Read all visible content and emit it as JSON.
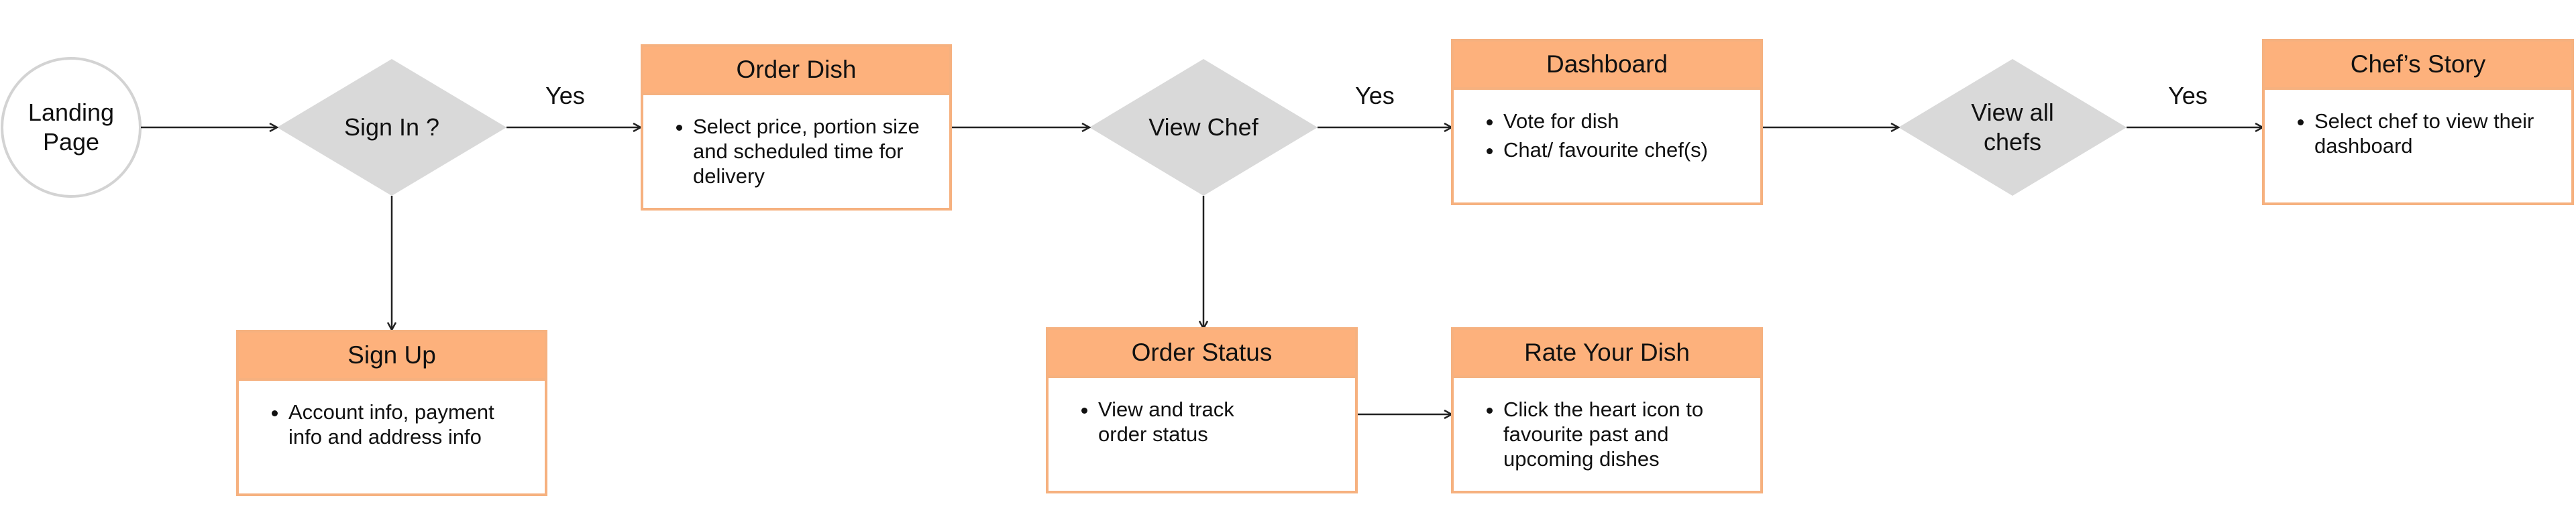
{
  "nodes": {
    "landing": "Landing\nPage",
    "signin": "Sign In ?",
    "viewchef": "View Chef",
    "viewall": "View all\nchefs"
  },
  "cards": {
    "order_dish": {
      "title": "Order Dish",
      "items": [
        "Select price, portion size and scheduled time for delivery"
      ]
    },
    "dashboard": {
      "title": "Dashboard",
      "items": [
        "Vote for dish",
        "Chat/ favourite chef(s)"
      ]
    },
    "chefs_story": {
      "title": "Chef’s Story",
      "items": [
        "Select chef to view their dashboard"
      ]
    },
    "sign_up": {
      "title": "Sign Up",
      "items": [
        "Account info, payment info and address info"
      ]
    },
    "order_status": {
      "title": "Order Status",
      "items": [
        "View and track\norder status"
      ]
    },
    "rate_dish": {
      "title": "Rate Your Dish",
      "items": [
        "Click the heart icon to favourite past and upcoming dishes"
      ]
    }
  },
  "edge_labels": {
    "yes1": "Yes",
    "yes2": "Yes",
    "yes3": "Yes"
  },
  "colors": {
    "card_header": "#fdb17c",
    "card_border": "#f6b17f",
    "diamond": "#d9d9d9",
    "circle_border": "#d3d3d3",
    "arrow": "#222222"
  }
}
